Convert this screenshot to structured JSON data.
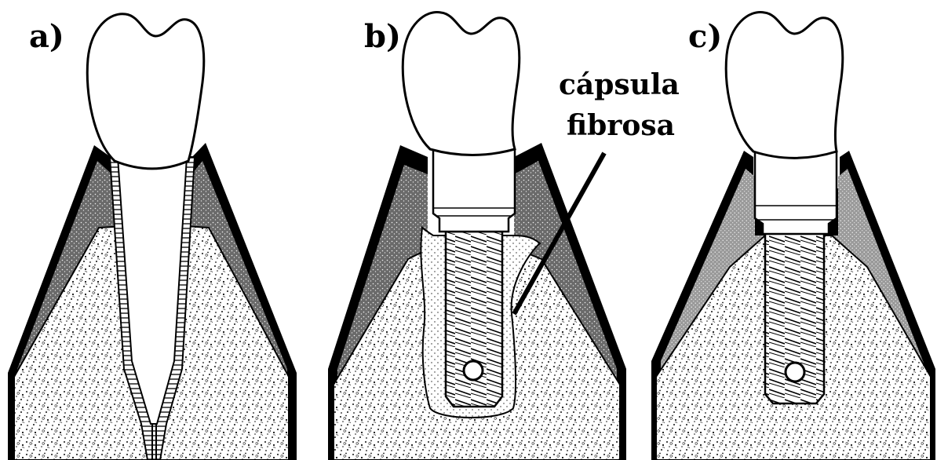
{
  "panels": [
    {
      "label": "a)"
    },
    {
      "label": "b)",
      "annotation": {
        "line1": "cápsula",
        "line2": "fibrosa"
      }
    },
    {
      "label": "c)"
    }
  ]
}
